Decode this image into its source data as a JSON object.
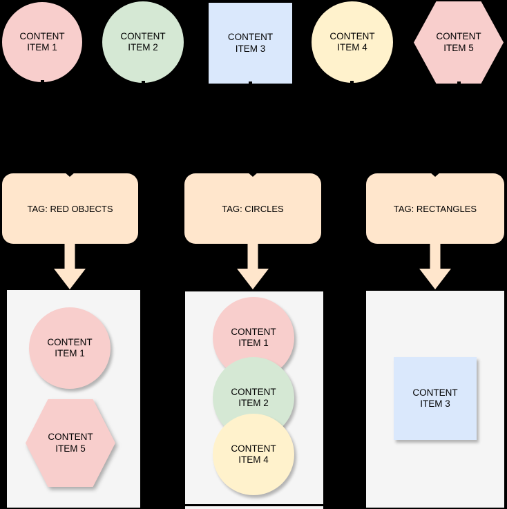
{
  "colors": {
    "background": "#000000",
    "red_fill": "#f8cecc",
    "green_fill": "#d5e8d4",
    "blue_fill": "#dae8fc",
    "yellow_fill": "#fff2cc",
    "tag_fill": "#ffe6cc",
    "container_fill": "#f5f5f5",
    "text": "#000000"
  },
  "source_items": [
    {
      "label": "CONTENT ITEM 1",
      "shape": "circle",
      "fill": "#f8cecc"
    },
    {
      "label": "CONTENT ITEM 2",
      "shape": "circle",
      "fill": "#d5e8d4"
    },
    {
      "label": "CONTENT ITEM 3",
      "shape": "rectangle",
      "fill": "#dae8fc"
    },
    {
      "label": "CONTENT ITEM 4",
      "shape": "circle",
      "fill": "#fff2cc"
    },
    {
      "label": "CONTENT ITEM 5",
      "shape": "hexagon",
      "fill": "#f8cecc"
    }
  ],
  "columns": [
    {
      "tag_label": "TAG: RED OBJECTS",
      "items": [
        {
          "label": "CONTENT ITEM 1",
          "shape": "circle",
          "fill": "#f8cecc"
        },
        {
          "label": "CONTENT ITEM 5",
          "shape": "hexagon",
          "fill": "#f8cecc"
        }
      ]
    },
    {
      "tag_label": "TAG: CIRCLES",
      "items": [
        {
          "label": "CONTENT ITEM 1",
          "shape": "circle",
          "fill": "#f8cecc"
        },
        {
          "label": "CONTENT ITEM 2",
          "shape": "circle",
          "fill": "#d5e8d4"
        },
        {
          "label": "CONTENT ITEM 4",
          "shape": "circle",
          "fill": "#fff2cc"
        }
      ]
    },
    {
      "tag_label": "TAG: RECTANGLES",
      "items": [
        {
          "label": "CONTENT ITEM 3",
          "shape": "rectangle",
          "fill": "#dae8fc"
        }
      ]
    }
  ]
}
